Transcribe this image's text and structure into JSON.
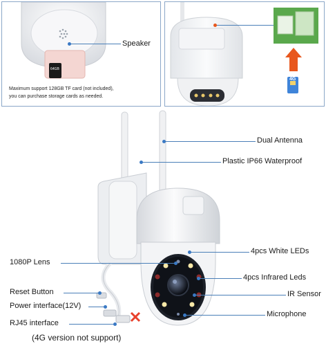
{
  "top_left": {
    "speaker_label": "Speaker",
    "card_note_1": "Maximum support 128GB TF card (not included),",
    "card_note_2": "you can purchase storage cards as needed.",
    "card_text": "64GB"
  },
  "top_right": {
    "sim_badge": "4G"
  },
  "callouts": {
    "dual_antenna": "Dual Antenna",
    "waterproof": "Plastic IP66 Waterproof",
    "white_leds": "4pcs White LEDs",
    "lens": "1080P Lens",
    "ir_leds": "4pcs Infrared Leds",
    "reset": "Reset Button",
    "ir_sensor": "IR Sensor",
    "power": "Power interface(12V)",
    "microphone": "Microphone",
    "rj45": "RJ45 interface",
    "rj45_note": "(4G version not support)"
  },
  "colors": {
    "frame": "#8aa6c8",
    "leader": "#4a7fb8",
    "arrow": "#e8571d",
    "camera_body": "#f2f3f5"
  }
}
